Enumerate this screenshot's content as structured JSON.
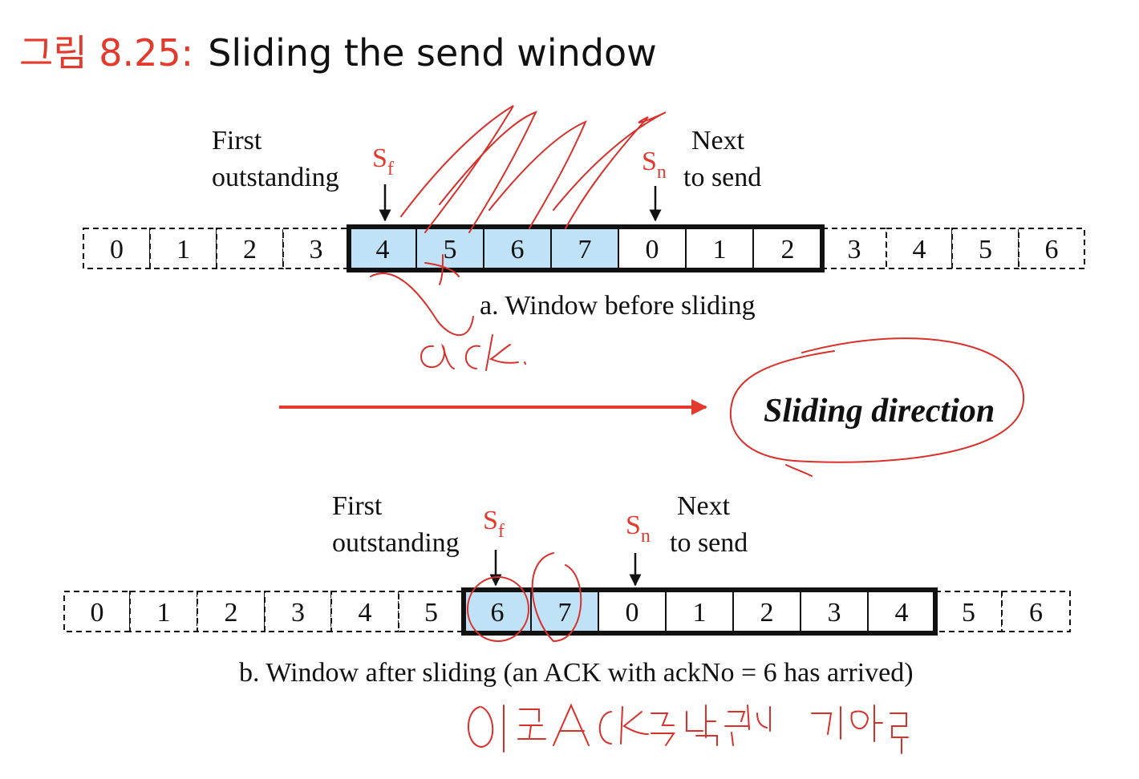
{
  "title": {
    "number": "그림 8.25:",
    "text": "Sliding the send window"
  },
  "colors": {
    "accent": "#e23b2e",
    "window_fill": "#bfe2f6",
    "ink": "#111111"
  },
  "diagram_a": {
    "cells": [
      "0",
      "1",
      "2",
      "3",
      "4",
      "5",
      "6",
      "7",
      "0",
      "1",
      "2",
      "3",
      "4",
      "5",
      "6"
    ],
    "window_start": 4,
    "window_size": 7,
    "outstanding_count": 4,
    "first_label": [
      "First",
      "outstanding"
    ],
    "next_label": [
      "Next",
      "to send"
    ],
    "sf_main": "S",
    "sf_sub": "f",
    "sn_main": "S",
    "sn_sub": "n",
    "caption": "a. Window before sliding"
  },
  "diagram_b": {
    "cells": [
      "0",
      "1",
      "2",
      "3",
      "4",
      "5",
      "6",
      "7",
      "0",
      "1",
      "2",
      "3",
      "4",
      "5",
      "6"
    ],
    "window_start": 6,
    "window_size": 7,
    "outstanding_count": 2,
    "first_label": [
      "First",
      "outstanding"
    ],
    "next_label": [
      "Next",
      "to send"
    ],
    "sf_main": "S",
    "sf_sub": "f",
    "sn_main": "S",
    "sn_sub": "n",
    "caption": "b. Window after sliding (an ACK with ackNo = 6 has arrived)"
  },
  "direction_label": "Sliding direction"
}
